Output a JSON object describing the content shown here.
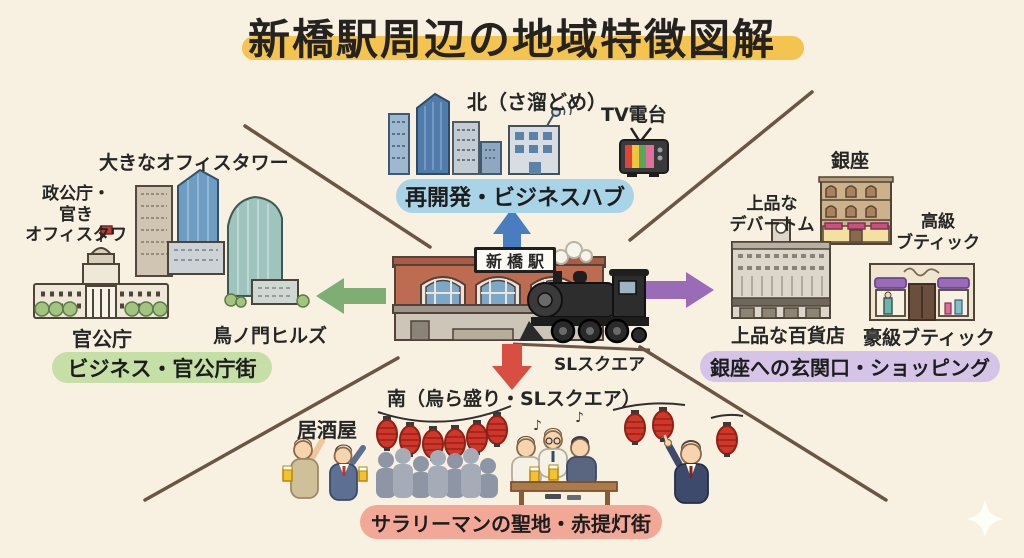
{
  "title": "新橋駅周辺の地域特徴図解",
  "center": {
    "station_sign": "新橋駅",
    "sl_square_label": "SLスクエア"
  },
  "north": {
    "area_label": "北（さ溜どめ）",
    "tv_station_label": "TV電台",
    "badge": "再開発・ビジネスハブ"
  },
  "west": {
    "office_tower_label": "大きなオフィスタワー",
    "gov_office_lines": [
      "政公庁・",
      "官き",
      "オフィスタワ"
    ],
    "gov_label": "官公庁",
    "hills_label": "鳥ノ門ヒルズ",
    "badge": "ビジネス・官公庁街"
  },
  "east": {
    "ginza_label": "銀座",
    "depart_lines": [
      "上品な",
      "デバートム"
    ],
    "boutique_lines": [
      "高級",
      "ブティック"
    ],
    "dept_store_label": "上品な百貨店",
    "luxury_boutique_label": "豪級ブティック",
    "badge": "銀座への玄関口・ショッピング"
  },
  "south": {
    "area_label": "南（烏ら盛り・SLスクエア）",
    "izakaya_label": "居酒屋",
    "music_notes": [
      "♪",
      "♪"
    ],
    "badge": "サラリーマンの聖地・赤提灯街"
  },
  "colors": {
    "background": "#f8f1e1",
    "title_highlight": "#f3c44f",
    "north_badge": "#a9d3e6",
    "west_badge": "#c6dfa6",
    "east_badge": "#d6c4e8",
    "south_badge": "#f2a897",
    "arrow_up": "#4a7cc0",
    "arrow_down": "#d84f42",
    "arrow_left": "#7fae74",
    "arrow_right": "#9a6cb8",
    "divider_line": "#6b5646",
    "lantern_red": "#ce372a",
    "brick_station": "#bd6b51"
  },
  "icons": {
    "arrow_up": "↑",
    "arrow_down": "↓",
    "arrow_left": "←",
    "arrow_right": "→",
    "tv": "📺",
    "locomotive": "🚂",
    "lantern": "🏮",
    "beer": "🍺",
    "sparkle": "✦"
  }
}
